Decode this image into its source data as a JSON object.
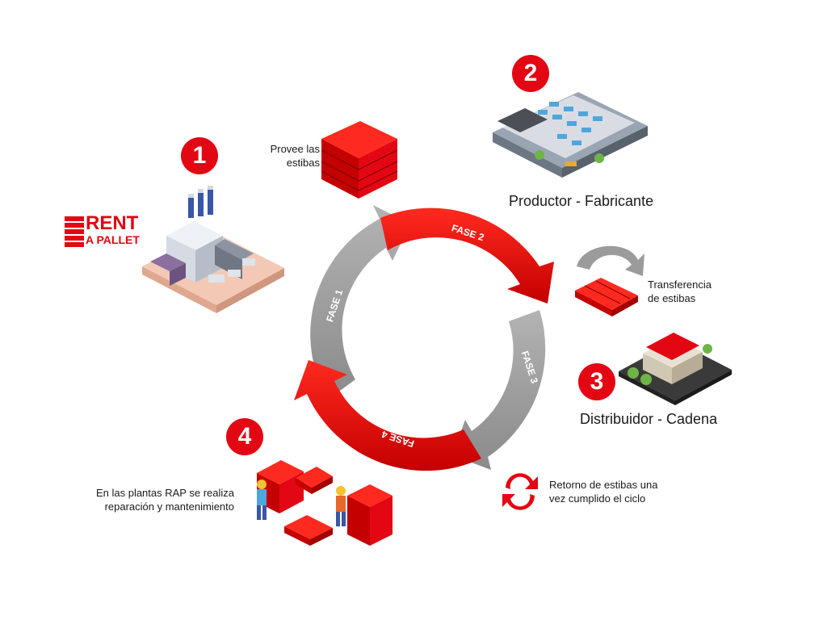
{
  "logo": {
    "line1": "RENT",
    "line2": "A PALLET"
  },
  "badges": [
    "1",
    "2",
    "3",
    "4"
  ],
  "phases": [
    "FASE 1",
    "FASE 2",
    "FASE 3",
    "FASE 4"
  ],
  "labels": {
    "provee": [
      "Provee las",
      "estibas"
    ],
    "productor": "Productor - Fabricante",
    "transferencia": [
      "Transferencia",
      "de estibas"
    ],
    "distribuidor": "Distribuidor - Cadena",
    "retorno": [
      "Retorno de estibas una",
      "vez cumplido el ciclo"
    ],
    "plantas": [
      "En las plantas RAP se realiza",
      "reparación y mantenimiento"
    ]
  },
  "colors": {
    "red": "#e30613",
    "gray": "#9b9b9b"
  }
}
